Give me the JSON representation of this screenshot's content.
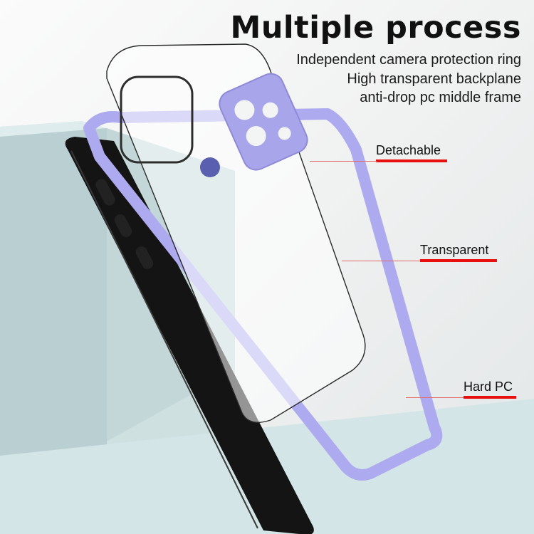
{
  "headline": {
    "title": "Multiple process",
    "lines": [
      "Independent camera protection ring",
      "High transparent backplane",
      "anti-drop pc middle frame"
    ]
  },
  "callouts": [
    {
      "label": "Detachable"
    },
    {
      "label": "Transparent"
    },
    {
      "label": "Hard PC"
    }
  ],
  "colors": {
    "accent_red": "#e8100f",
    "frame_lavender": "#aeaaf0",
    "phone_black": "#141414",
    "pedestal": "#c9dcdd"
  }
}
